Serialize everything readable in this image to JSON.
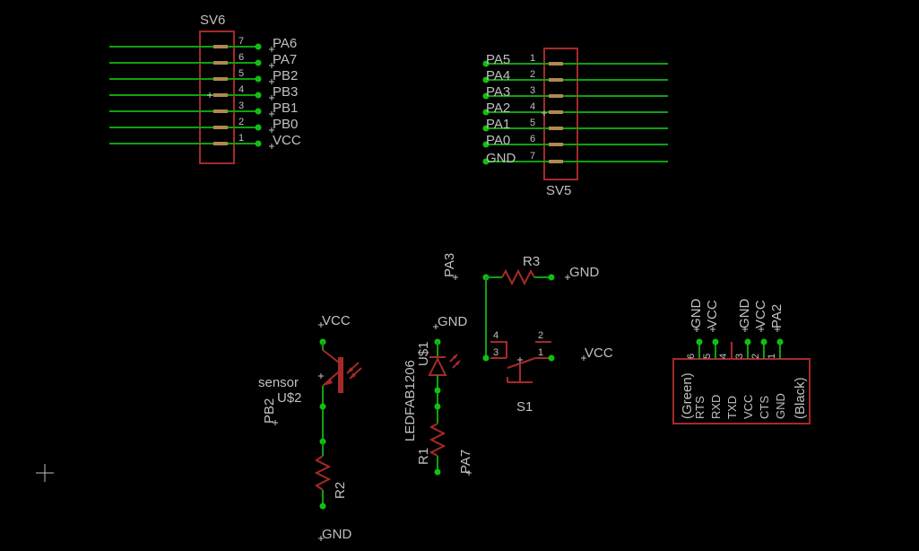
{
  "sv6": {
    "name": "SV6",
    "pin_numbers": [
      "7",
      "6",
      "5",
      "4",
      "3",
      "2",
      "1"
    ],
    "nets": [
      "PA6",
      "PA7",
      "PB2",
      "PB3",
      "PB1",
      "PB0",
      "VCC"
    ]
  },
  "sv5": {
    "name": "SV5",
    "pin_numbers": [
      "1",
      "2",
      "3",
      "4",
      "5",
      "6",
      "7"
    ],
    "nets": [
      "PA5",
      "PA4",
      "PA3",
      "PA2",
      "PA1",
      "PA0",
      "GND"
    ]
  },
  "sensor": {
    "label": "sensor",
    "ref": "U$2",
    "vcc": "VCC",
    "pb2": "PB2",
    "r2": "R2",
    "gnd": "GND"
  },
  "led": {
    "gnd": "GND",
    "value": "LEDFAB1206",
    "ref": "U$1",
    "r1": "R1",
    "pa7": "PA7"
  },
  "switch": {
    "pa3": "PA3",
    "r3": "R3",
    "gnd": "GND",
    "vcc": "VCC",
    "ref": "S1",
    "pins": [
      "4",
      "3",
      "2",
      "1"
    ]
  },
  "ftdi": {
    "top_nets": [
      "GND",
      "VCC",
      "GND",
      "VCC",
      "PA2"
    ],
    "pin_numbers": [
      "6",
      "5",
      "4",
      "3",
      "2",
      "1"
    ],
    "signals": [
      "(Green)",
      "RTS",
      "RXD",
      "TXD",
      "VCC",
      "CTS",
      "GND",
      "(Black)"
    ]
  }
}
